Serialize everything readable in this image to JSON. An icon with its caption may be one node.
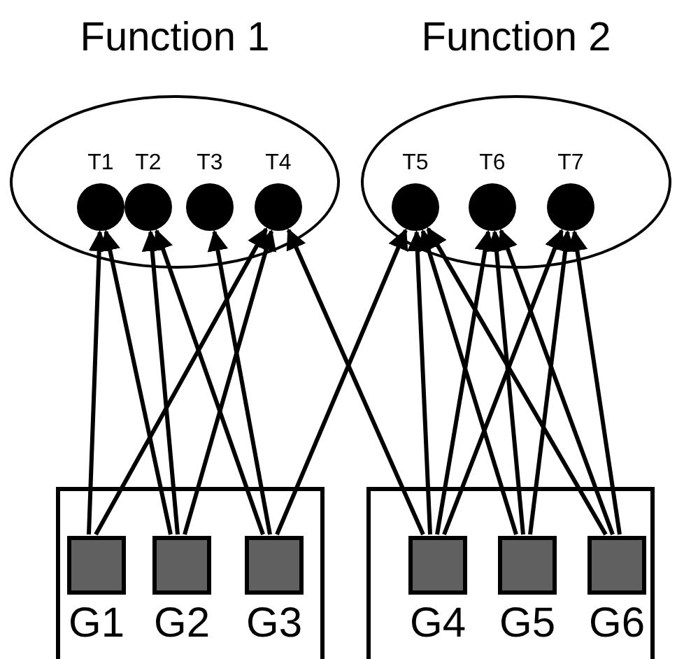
{
  "diagram": {
    "nodes": [
      {
        "text": [
          "Function 1"
        ]
      },
      {
        "text": [
          "T1"
        ],
        "in": 0
      },
      {
        "text": [
          "T2"
        ],
        "in": 0
      },
      {
        "text": [
          "T3"
        ],
        "in": 0
      },
      {
        "text": [
          "T4"
        ],
        "in": 0
      },
      {
        "text": [
          "Function 2"
        ]
      },
      {
        "text": [
          "T5"
        ],
        "in": 5
      },
      {
        "text": [
          "T6"
        ],
        "in": 5
      },
      {
        "text": [
          "T7"
        ],
        "in": 5
      },
      {
        "text": [],
        "shape": "box"
      },
      {
        "text": [
          "G1"
        ],
        "in": 9
      },
      {
        "text": [
          "G2"
        ],
        "in": 9
      },
      {
        "text": [
          "G3"
        ],
        "in": 9
      },
      {
        "text": [],
        "shape": "box"
      },
      {
        "text": [
          "G4"
        ],
        "in": 13
      },
      {
        "text": [
          "G5"
        ],
        "in": 13
      },
      {
        "text": [
          "G6"
        ],
        "in": 13
      }
    ],
    "edges": [
      {
        "from": 10,
        "to": 1,
        "arrow": "to"
      },
      {
        "from": 10,
        "to": 4,
        "arrow": "to"
      },
      {
        "from": 11,
        "to": 1,
        "arrow": "to"
      },
      {
        "from": 11,
        "to": 2,
        "arrow": "to"
      },
      {
        "from": 11,
        "to": 4,
        "arrow": "to"
      },
      {
        "from": 12,
        "to": 2,
        "arrow": "to"
      },
      {
        "from": 12,
        "to": 3,
        "arrow": "to"
      },
      {
        "from": 12,
        "to": 6,
        "arrow": "to"
      },
      {
        "from": 14,
        "to": 4,
        "arrow": "to"
      },
      {
        "from": 14,
        "to": 6,
        "arrow": "to"
      },
      {
        "from": 14,
        "to": 7,
        "arrow": "to"
      },
      {
        "from": 14,
        "to": 8,
        "arrow": "to"
      },
      {
        "from": 15,
        "to": 6,
        "arrow": "to"
      },
      {
        "from": 15,
        "to": 7,
        "arrow": "to"
      },
      {
        "from": 15,
        "to": 8,
        "arrow": "to"
      },
      {
        "from": 16,
        "to": 6,
        "arrow": "to"
      },
      {
        "from": 16,
        "to": 7,
        "arrow": "to"
      },
      {
        "from": 16,
        "to": 8,
        "arrow": "to"
      }
    ]
  }
}
